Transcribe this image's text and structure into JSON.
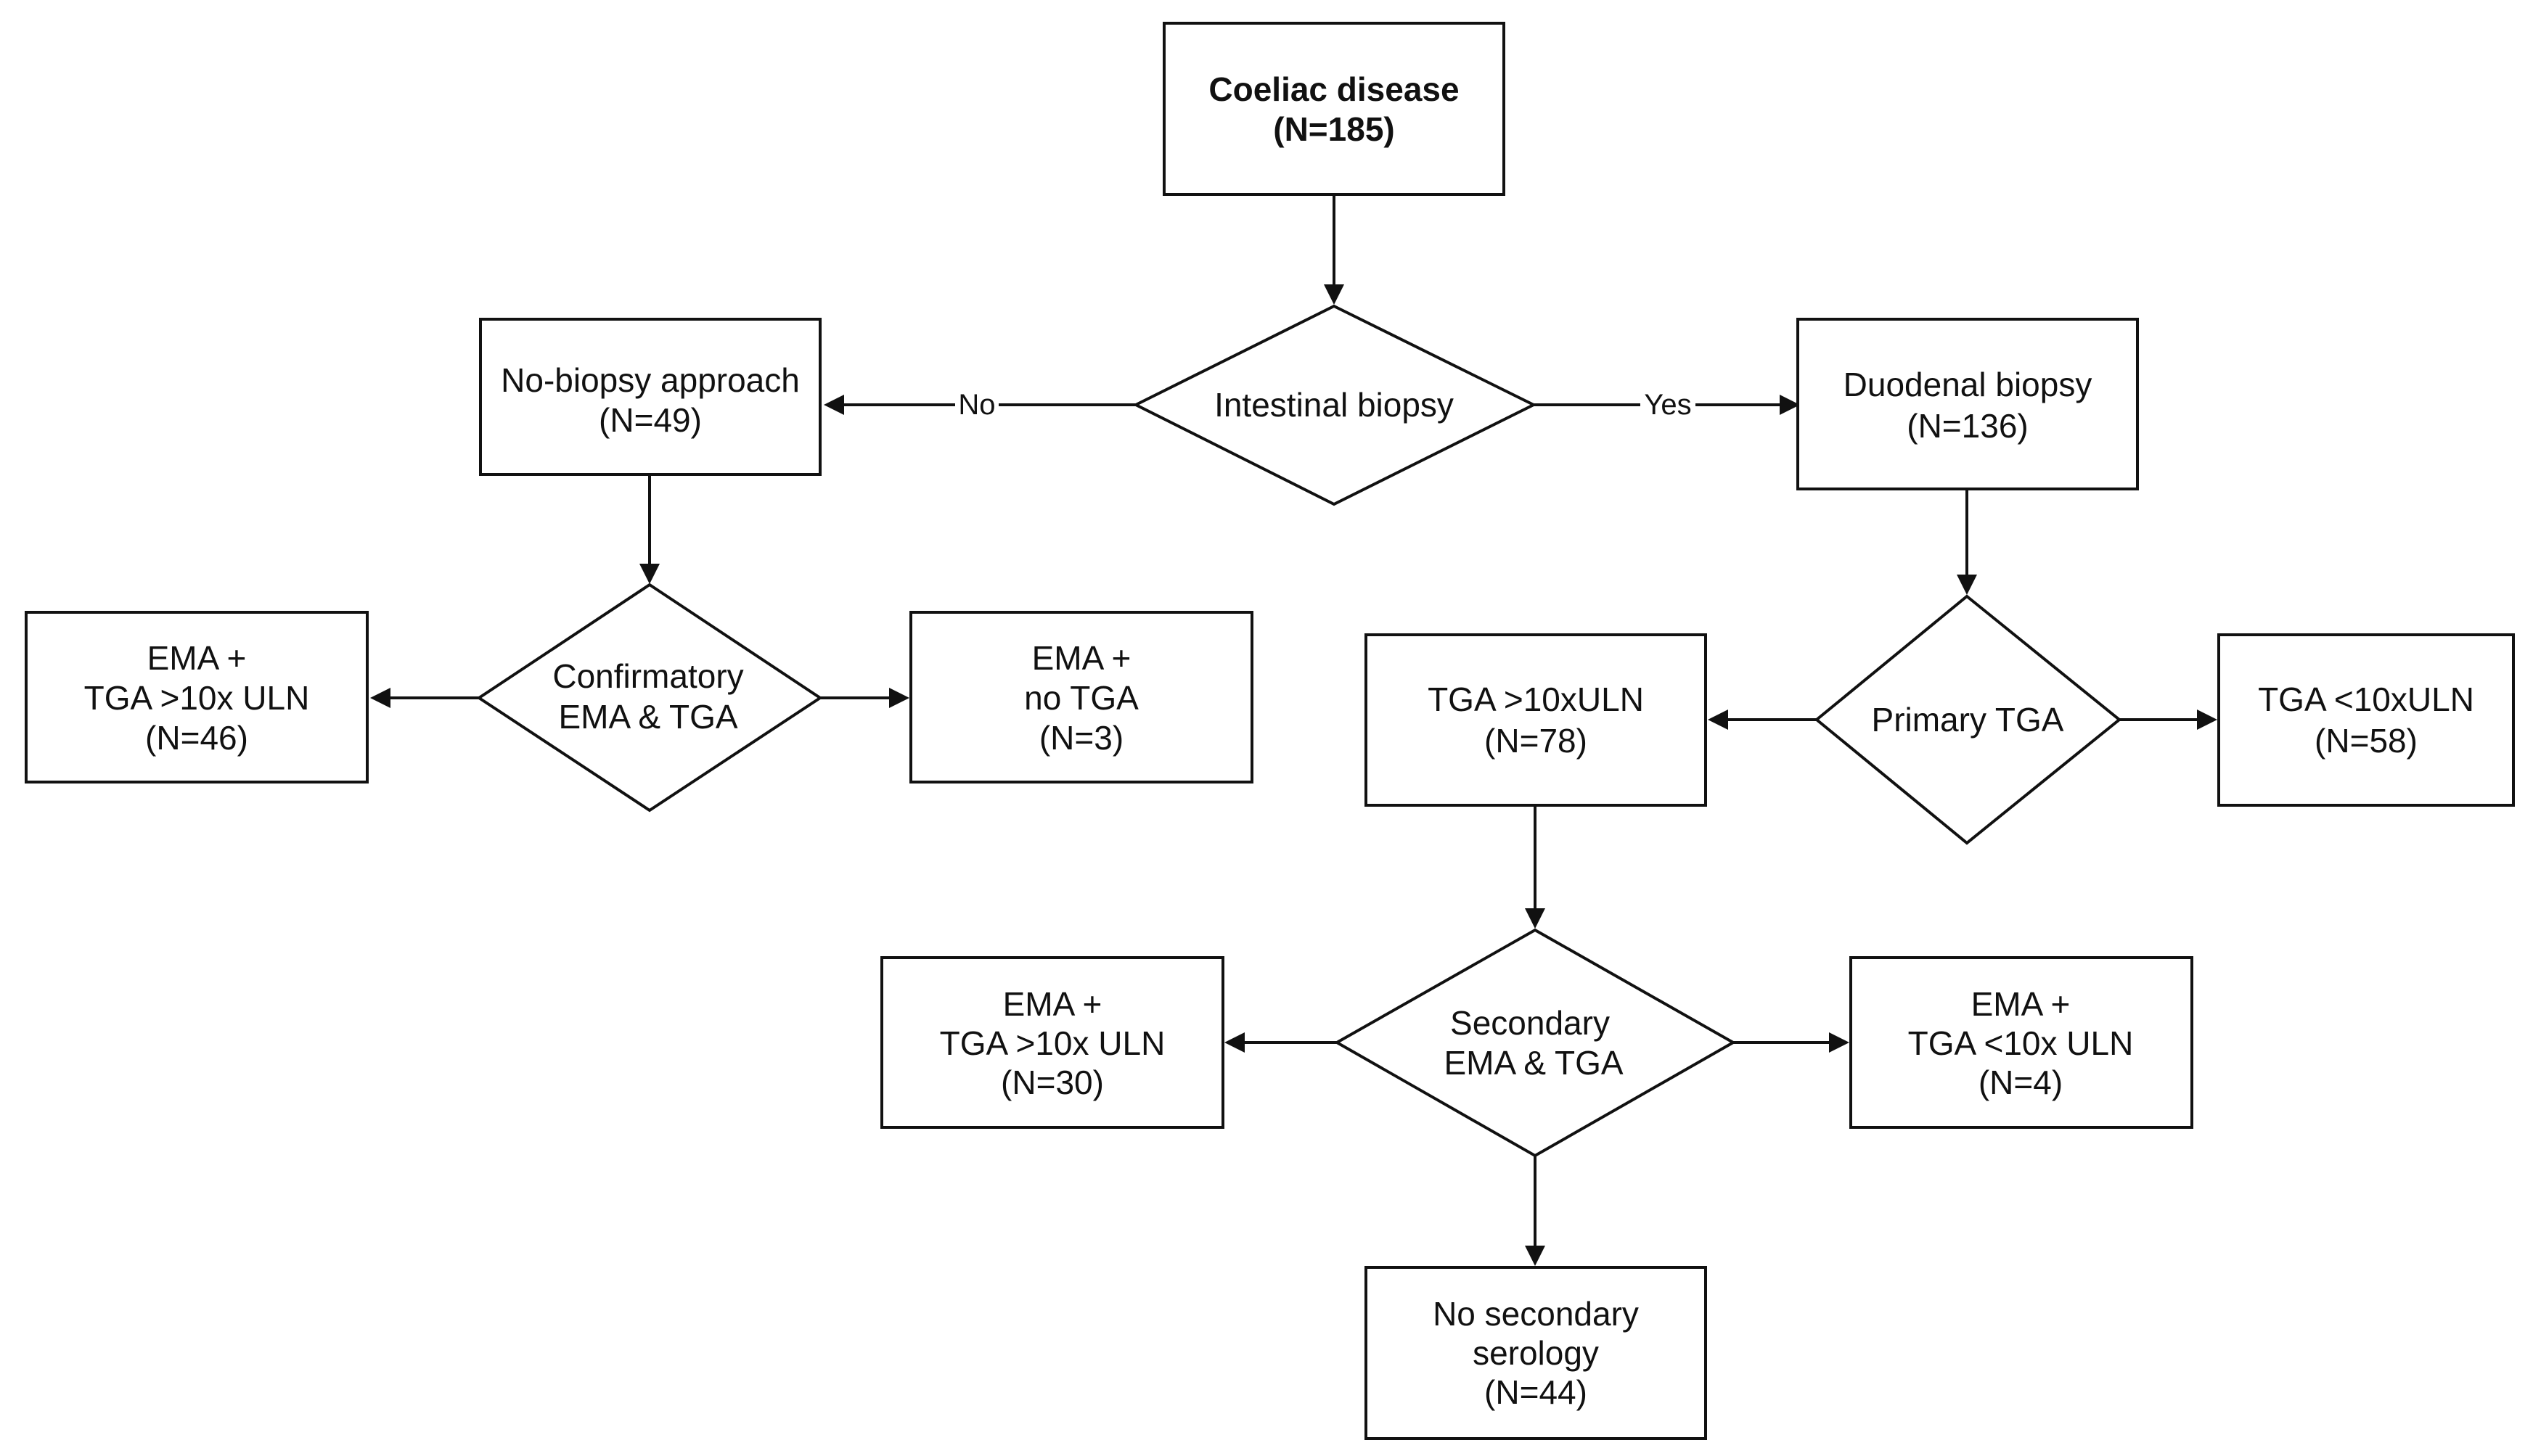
{
  "nodes": {
    "coeliac": {
      "lines": [
        "Coeliac disease",
        "(N=185)"
      ]
    },
    "intestinal_biopsy": {
      "lines": [
        "Intestinal biopsy"
      ]
    },
    "no_biopsy": {
      "lines": [
        "No-biopsy approach",
        "(N=49)"
      ]
    },
    "duodenal_biopsy": {
      "lines": [
        "Duodenal biopsy",
        "(N=136)"
      ]
    },
    "confirmatory": {
      "lines": [
        "Confirmatory",
        "EMA & TGA"
      ]
    },
    "ema_tga_46": {
      "lines": [
        "EMA +",
        "TGA >10x ULN",
        "(N=46)"
      ]
    },
    "ema_no_tga": {
      "lines": [
        "EMA +",
        "no TGA",
        "(N=3)"
      ]
    },
    "primary_tga": {
      "lines": [
        "Primary TGA"
      ]
    },
    "tga_gt10": {
      "lines": [
        "TGA >10xULN",
        "(N=78)"
      ]
    },
    "tga_lt10": {
      "lines": [
        "TGA <10xULN",
        "(N=58)"
      ]
    },
    "secondary": {
      "lines": [
        "Secondary",
        "EMA & TGA"
      ]
    },
    "ema_tga_30": {
      "lines": [
        "EMA +",
        "TGA >10x ULN",
        "(N=30)"
      ]
    },
    "ema_tga_4": {
      "lines": [
        "EMA +",
        "TGA <10x ULN",
        "(N=4)"
      ]
    },
    "no_secondary": {
      "lines": [
        "No secondary",
        "serology",
        "(N=44)"
      ]
    }
  },
  "edges": {
    "no_label": "No",
    "yes_label": "Yes"
  }
}
